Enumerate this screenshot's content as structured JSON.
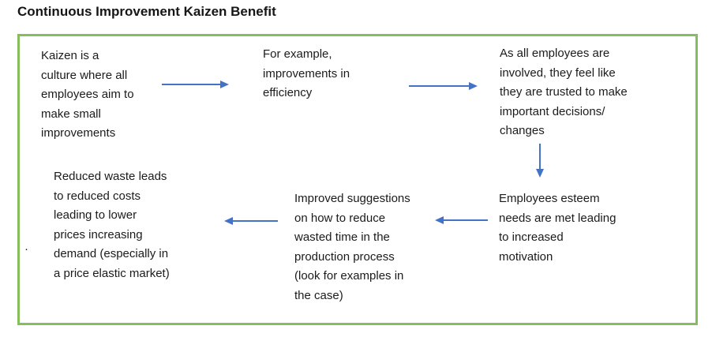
{
  "title": "Continuous Improvement Kaizen Benefit",
  "colors": {
    "frame_border": "#85BE5B",
    "arrow": "#4472C4",
    "text": "#1b1b1b",
    "background": "#ffffff"
  },
  "diagram": {
    "bullet": "·",
    "blocks": [
      {
        "id": "kaizen-culture",
        "lines": [
          "Kaizen is a",
          "culture where all",
          "employees aim to",
          "make small",
          "improvements"
        ]
      },
      {
        "id": "example-efficiency",
        "lines": [
          "For example,",
          "improvements in",
          "efficiency"
        ]
      },
      {
        "id": "employees-trusted",
        "lines": [
          "As all employees are",
          "involved, they feel like",
          "they are trusted to make",
          "important decisions/",
          "changes"
        ]
      },
      {
        "id": "esteem-motivation",
        "lines": [
          "Employees esteem",
          "needs are met leading",
          "to increased",
          "motivation"
        ]
      },
      {
        "id": "improved-suggestions",
        "lines": [
          "Improved suggestions",
          "on how to reduce",
          "wasted time in the",
          "production process",
          "(look for examples in",
          "the case)"
        ]
      },
      {
        "id": "reduced-waste",
        "lines": [
          "Reduced waste leads",
          "to reduced costs",
          "leading to lower",
          "prices increasing",
          "demand (especially in",
          "a price elastic market)"
        ]
      }
    ]
  }
}
